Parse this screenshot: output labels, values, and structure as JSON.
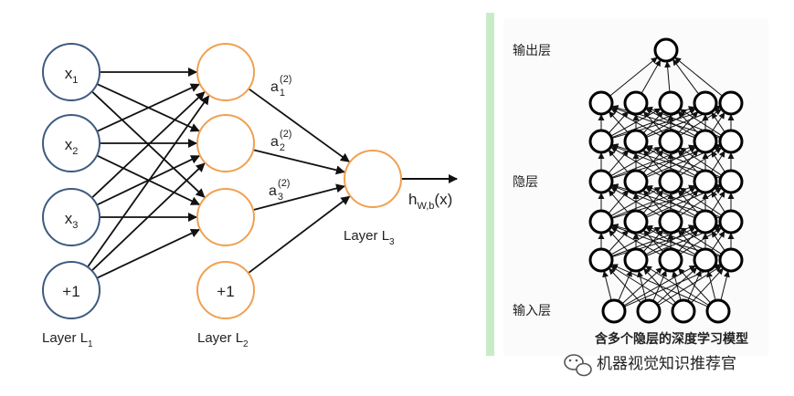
{
  "left_diagram": {
    "input_nodes": [
      {
        "base": "x",
        "sub": "1"
      },
      {
        "base": "x",
        "sub": "2"
      },
      {
        "base": "x",
        "sub": "3"
      },
      {
        "base": "+1",
        "sub": ""
      }
    ],
    "hidden_bias": "+1",
    "activations": [
      {
        "base": "a",
        "sub": "1",
        "sup": "(2)"
      },
      {
        "base": "a",
        "sub": "2",
        "sup": "(2)"
      },
      {
        "base": "a",
        "sub": "3",
        "sup": "(2)"
      }
    ],
    "output_label": {
      "base": "h",
      "sub": "W,b",
      "tail": "(x)"
    },
    "layer_labels": [
      {
        "base": "Layer L",
        "sub": "1"
      },
      {
        "base": "Layer L",
        "sub": "2"
      },
      {
        "base": "Layer L",
        "sub": "3"
      }
    ],
    "colors": {
      "input_stroke": "#3d5a80",
      "hidden_stroke": "#f0a050",
      "edge": "#111111"
    }
  },
  "right_diagram": {
    "output_label": "输出层",
    "hidden_label": "隐层",
    "input_label": "输入层",
    "caption": "含多个隐层的深度学习模型",
    "divider_color": "#c8ecc8"
  },
  "watermark": {
    "text": "机器视觉知识推荐官",
    "icon": "wechat-icon"
  }
}
